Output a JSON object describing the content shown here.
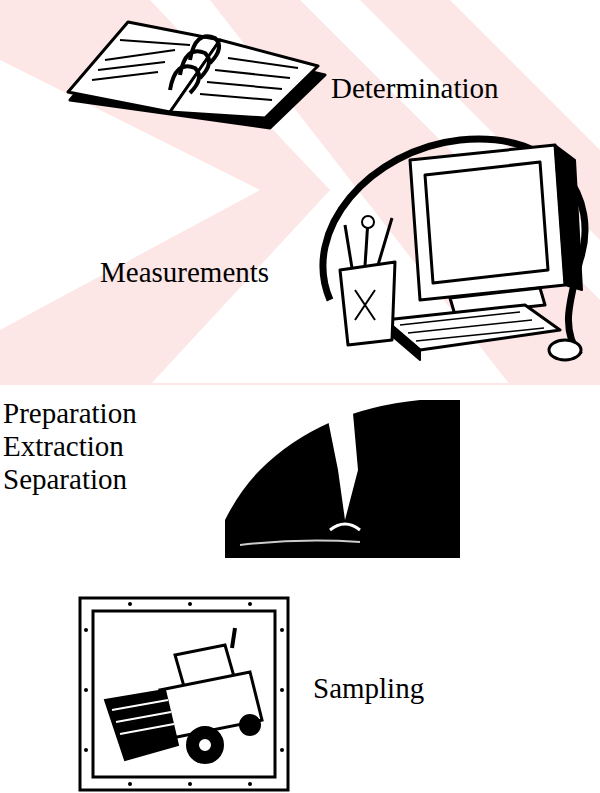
{
  "diagram": {
    "labels": [
      "Determination",
      "Measurements",
      "Preparation",
      "Extraction",
      "Separation",
      "Sampling"
    ]
  }
}
